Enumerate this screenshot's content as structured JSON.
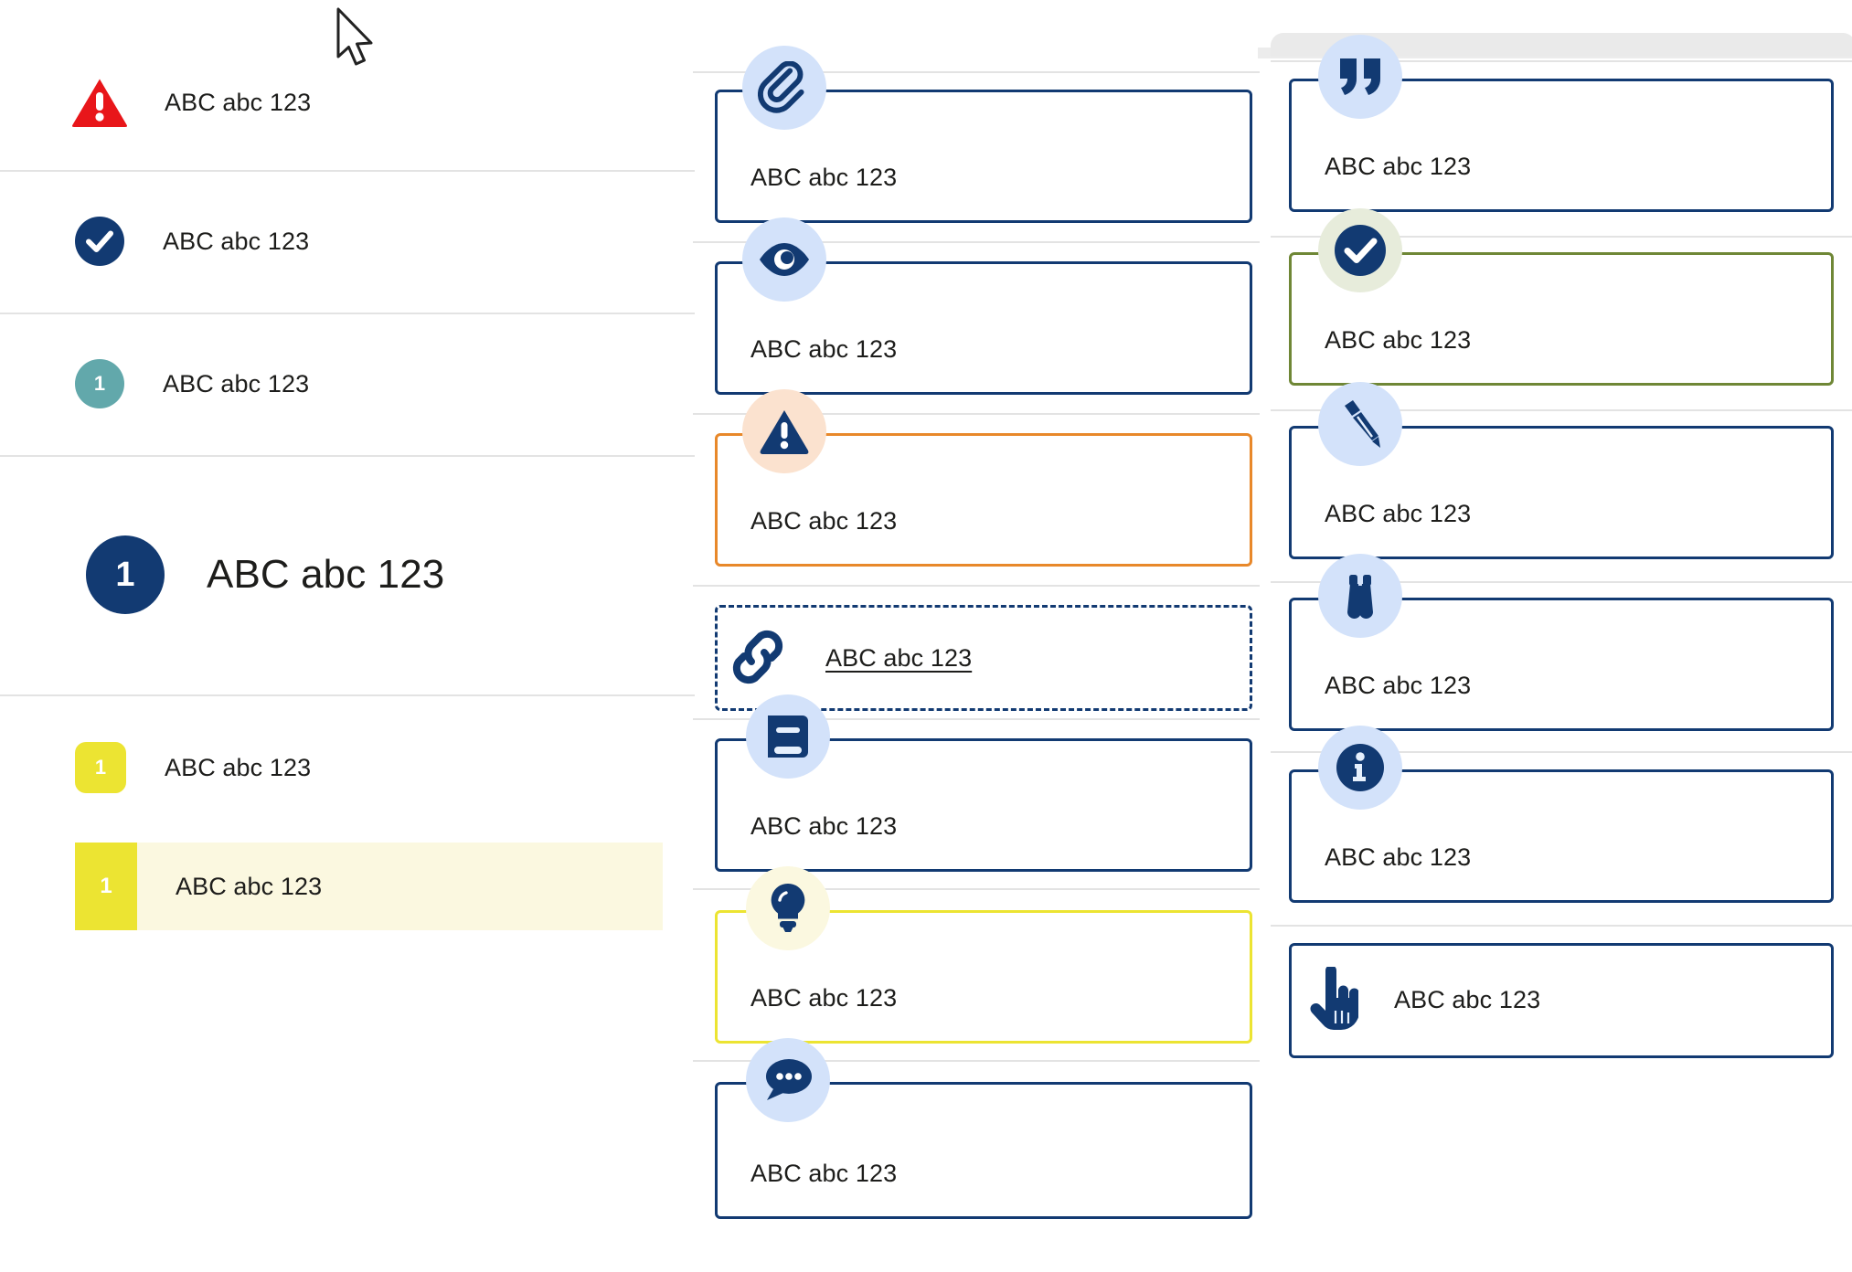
{
  "left_panel": {
    "rows": [
      {
        "id": "alert",
        "icon": "warning-triangle-icon",
        "label": "ABC abc 123",
        "badge": null
      },
      {
        "id": "success",
        "icon": "check-circle-icon",
        "label": "ABC abc 123",
        "badge": null
      },
      {
        "id": "step-teal",
        "icon": "number-circle-icon",
        "label": "ABC abc 123",
        "badge": "1"
      },
      {
        "id": "step-primary",
        "icon": "number-circle-icon",
        "label": "ABC abc 123",
        "badge": "1"
      },
      {
        "id": "step-yellow",
        "icon": "number-square-icon",
        "label": "ABC abc 123",
        "badge": "1"
      },
      {
        "id": "step-selected",
        "icon": "number-square-icon",
        "label": "ABC abc 123",
        "badge": "1"
      }
    ]
  },
  "middle_column": {
    "cards": [
      {
        "id": "attachment",
        "icon": "paperclip-icon",
        "label": "ABC abc 123",
        "style": "primary"
      },
      {
        "id": "visibility",
        "icon": "eye-icon",
        "label": "ABC abc 123",
        "style": "primary"
      },
      {
        "id": "warning",
        "icon": "warning-triangle-icon",
        "label": "ABC abc 123",
        "style": "orange"
      },
      {
        "id": "link",
        "icon": "chain-link-icon",
        "label": "ABC abc 123",
        "style": "dashed"
      },
      {
        "id": "glossary",
        "icon": "book-icon",
        "label": "ABC abc 123",
        "style": "primary"
      },
      {
        "id": "tip",
        "icon": "lightbulb-icon",
        "label": "ABC abc 123",
        "style": "yellow"
      },
      {
        "id": "comment",
        "icon": "speech-bubble-icon",
        "label": "ABC abc 123",
        "style": "primary"
      }
    ]
  },
  "right_column": {
    "cards": [
      {
        "id": "quote",
        "icon": "quotation-mark-icon",
        "label": "ABC abc 123",
        "style": "primary"
      },
      {
        "id": "confirmed",
        "icon": "check-circle-icon",
        "label": "ABC abc 123",
        "style": "green"
      },
      {
        "id": "edit",
        "icon": "pencil-icon",
        "label": "ABC abc 123",
        "style": "primary"
      },
      {
        "id": "observe",
        "icon": "binoculars-icon",
        "label": "ABC abc 123",
        "style": "primary"
      },
      {
        "id": "info",
        "icon": "info-circle-icon",
        "label": "ABC abc 123",
        "style": "primary"
      },
      {
        "id": "action",
        "icon": "pointing-hand-icon",
        "label": "ABC abc 123",
        "style": "primary"
      }
    ]
  },
  "colors": {
    "primary_navy": "#123a72",
    "alert_red": "#e8161a",
    "teal": "#62a8ab",
    "yellow": "#ece432",
    "orange": "#e8882a",
    "green": "#6f8736",
    "icon_bg_blue": "#d3e2fa",
    "icon_bg_peach": "#fbe2cf",
    "icon_bg_green": "#e7ecdb",
    "icon_bg_yellow": "#fbf8e0",
    "selected_row_bg": "#fbf8e0",
    "rule_grey": "#e3e3e3"
  }
}
